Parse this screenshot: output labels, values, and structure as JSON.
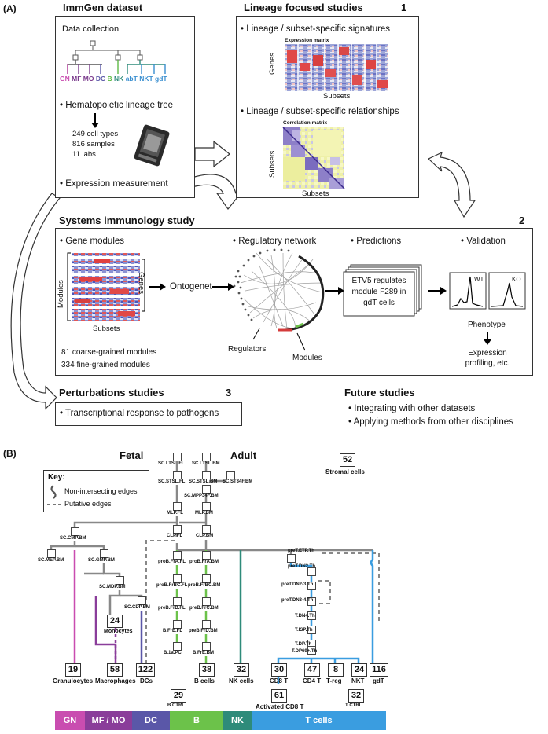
{
  "panel_a": {
    "label": "(A)",
    "immgen": {
      "title": "ImmGen dataset",
      "data_collection": "Data collection",
      "tree_labels": [
        "GN",
        "MF",
        "MO",
        "DC",
        "B",
        "NK",
        "abT",
        "NKT",
        "gdT"
      ],
      "tree_colors": [
        "#c94db0",
        "#7a3a8c",
        "#7a3a8c",
        "#5a57a8",
        "#5fba46",
        "#2e8b7a",
        "#3a8fd0",
        "#3a8fd0",
        "#3a8fd0"
      ],
      "lineage_tree": "Hematopoietic lineage tree",
      "stats": [
        "249 cell types",
        "816 samples",
        "11 labs"
      ],
      "expression": "Expression measurement"
    },
    "lineage": {
      "title": "Lineage focused studies",
      "number": "1",
      "signatures": "Lineage / subset-specific signatures",
      "expr_matrix": "Expression matrix",
      "genes": "Genes",
      "subsets1": "Subsets",
      "relationships": "Lineage / subset-specific relationships",
      "corr_matrix": "Correlation matrix",
      "subsets_y": "Subsets",
      "subsets2": "Subsets"
    },
    "systems": {
      "title": "Systems  immunology study",
      "number": "2",
      "gene_modules": "Gene modules",
      "modules": "Modules",
      "genes": "Genes",
      "subsets": "Subsets",
      "coarse": "81 coarse-grained modules",
      "fine": "334 fine-grained modules",
      "ontogenet": "Ontogenet",
      "reg_network": "Regulatory network",
      "regulators": "Regulators",
      "modules2": "Modules",
      "predictions": "Predictions",
      "prediction_text": [
        "ETV5 regulates",
        "module F289 in",
        "gdT cells"
      ],
      "validation": "Validation",
      "wt": "WT",
      "ko": "KO",
      "phenotype": "Phenotype",
      "expression_profiling": [
        "Expression",
        "profiling, etc."
      ]
    },
    "perturbations": {
      "title": "Perturbations studies",
      "number": "3",
      "item": "Transcriptional response to pathogens"
    },
    "future": {
      "title": "Future studies",
      "items": [
        "Integrating with other datasets",
        "Applying methods from other disciplines"
      ]
    }
  },
  "panel_b": {
    "label": "(B)",
    "fetal": "Fetal",
    "adult": "Adult",
    "key": {
      "title": "Key:",
      "non_intersecting": "Non-intersecting edges",
      "putative": "Putative edges"
    },
    "stromal": {
      "count": "52",
      "label": "Stromal cells"
    },
    "nodes": {
      "sc_ltsl_fl": "SC.LTSL.FL",
      "sc_stsl_fl": "SC.STSL.FL",
      "sc_ltsl_bm": "SC.LTSL.BM",
      "sc_stsl_bm": "SC.STSL.BM",
      "sc_st34f_bm": "SC.ST34F.BM",
      "sc_mpp34f_bm": "SC.MPP34F.BM",
      "mlp_fl": "MLP.FL",
      "mlp_bm": "MLP.BM",
      "sc_cmp_bm": "SC.CMP.BM",
      "clp_fl": "CLP.FL",
      "clp_bm": "CLP.BM",
      "sc_mep_bm": "SC.MEP.BM",
      "sc_gmp_bm": "SC.GMP.BM",
      "sc_mdp_bm": "SC.MDP.BM",
      "sc_cdp_bm": "SC.CDP.BM",
      "probfra_fl": "proB.FrA.FL",
      "probfra_bm": "proB.FrA.BM",
      "probfrbc_fl": "proB.FrBC.FL",
      "probfrbc_bm": "proB.FrBC.BM",
      "preb_frd_fl": "preB.FrD.FL",
      "preb_frc_bm": "preB.FrC.BM",
      "b_fre_fl": "B.FrE.FL",
      "preb_frd_bm": "preB.FrD.BM",
      "b1a_pc": "B.1a.PC",
      "b_fre_bm": "B.FrE.BM",
      "pret_etp": "preT.ETP.Th",
      "pret_dn2": "preT.DN2.Th",
      "pret_dn23": "preT.DN2-3.Th",
      "pret_dn34": "preT.DN3-4.Th",
      "t_dn4": "T.DN4.Th",
      "t_isp": "T.ISP.Th",
      "t_dp": "T.DP.Th",
      "t_dp69": "T.DP69+.Th"
    },
    "monocytes": {
      "count": "24",
      "label": "Monocytes"
    },
    "leaves": [
      {
        "count": "19",
        "label": "Granulocytes"
      },
      {
        "count": "58",
        "label": "Macrophages"
      },
      {
        "count": "122",
        "label": "DCs"
      },
      {
        "count": "38",
        "label": "B cells"
      },
      {
        "count": "32",
        "label": "NK cells"
      },
      {
        "count": "30",
        "label": "CD8 T"
      },
      {
        "count": "47",
        "label": "CD4 T"
      },
      {
        "count": "8",
        "label": "T-reg"
      },
      {
        "count": "24",
        "label": "NKT"
      },
      {
        "count": "116",
        "label": "gdT"
      }
    ],
    "b_ctrl": {
      "count": "29",
      "label": "B CTRL"
    },
    "activated_cd8": {
      "count": "61",
      "label": "Activated CD8 T"
    },
    "t_ctrl": {
      "count": "32",
      "label": "T CTRL"
    },
    "lineage_bar": [
      {
        "label": "GN",
        "color": "#c94db0"
      },
      {
        "label": "MF / MO",
        "color": "#8a3d9a"
      },
      {
        "label": "DC",
        "color": "#5a57a8"
      },
      {
        "label": "B",
        "color": "#6cc24a"
      },
      {
        "label": "NK",
        "color": "#2e8b7a"
      },
      {
        "label": "T cells",
        "color": "#3a9de0"
      }
    ]
  }
}
